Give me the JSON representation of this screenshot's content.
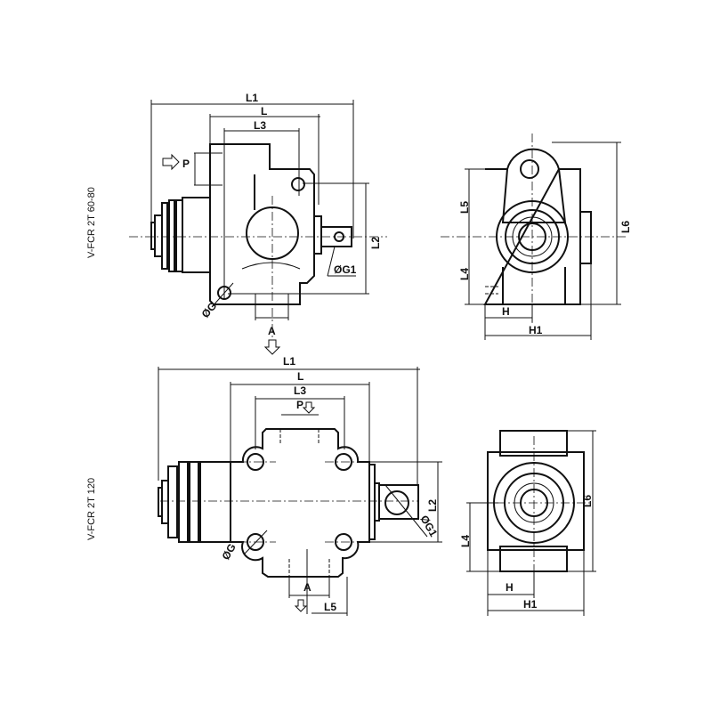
{
  "models": {
    "top": "V-FCR 2T 60-80",
    "bottom": "V-FCR 2T 120"
  },
  "top_front": {
    "L1": "L1",
    "L": "L",
    "L3": "L3",
    "P": "P",
    "A": "A",
    "L2": "L2",
    "G1": "ØG1",
    "G": "ØG"
  },
  "top_side": {
    "L5": "L5",
    "L4": "L4",
    "L6": "L6",
    "H": "H",
    "H1": "H1"
  },
  "bottom_front": {
    "L1": "L1",
    "L": "L",
    "L3": "L3",
    "P": "P",
    "A": "A",
    "L2": "L2",
    "G1": "ØG1",
    "G": "ØG",
    "L5": "L5"
  },
  "bottom_side": {
    "L4": "L4",
    "L6": "L6",
    "H": "H",
    "H1": "H1"
  }
}
